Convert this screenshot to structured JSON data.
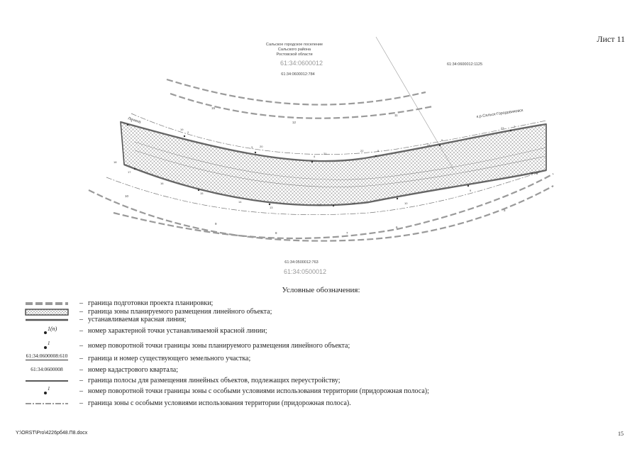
{
  "sheet_label": "Лист 11",
  "map": {
    "header_line1": "Сальское городское поселение",
    "header_line2": "Сальского района",
    "header_line3": "Ростовской области",
    "quarter_top": "61:34:0600012",
    "parcel_top": "61:34:0600012:784",
    "parcel_right_top": "61:34:0600012:1125",
    "street_left": "Ленина",
    "street_right": "к.р.Сальск-Городовиковск",
    "parcel_bottom": "61:34:0500012:763",
    "quarter_bottom": "61:34:0500012",
    "road_points": [
      "15",
      "12",
      "11",
      "10",
      "9",
      "8",
      "7",
      "6",
      "5"
    ],
    "zone_points": [
      "1",
      "2",
      "3",
      "4",
      "5",
      "6",
      "7",
      "8",
      "9",
      "10",
      "11",
      "12",
      "13",
      "14",
      "15",
      "16",
      "17",
      "18",
      "19",
      "20",
      "21",
      "22",
      "23",
      "24"
    ]
  },
  "legend": {
    "title": "Условные обозначения:",
    "dash": "–",
    "items": [
      {
        "text": "граница подготовки проекта планировки;"
      },
      {
        "text": "граница зоны планируемого размещения линейного объекта;"
      },
      {
        "text": "устанавливаемая красная линия;"
      },
      {
        "text": "номер характерной точки устанавливаемой красной линии;",
        "symbol_label": "1(n)"
      },
      {
        "text": "номер поворотной точки границы зоны планируемого размещения линейного объекта;",
        "symbol_label": "1"
      },
      {
        "text": "граница и номер существующего земельного участка;",
        "symbol_label": "61:34:0600008:610"
      },
      {
        "text": "номер кадастрового квартала;",
        "symbol_label": "61:34:0600008"
      },
      {
        "text": "граница полосы для размещения линейных объектов, подлежащих переустройству;"
      },
      {
        "text": "номер поворотной точки границы зоны с особыми условиями использования территории (придорожная полоса);",
        "symbol_label": "1"
      },
      {
        "text": "граница зоны с особыми условиями использования территории (придорожная полоса)."
      }
    ]
  },
  "footer": {
    "file_path": "Y:\\ORST\\Pro\\4226pб48.П8.docx",
    "page_number": "15"
  }
}
